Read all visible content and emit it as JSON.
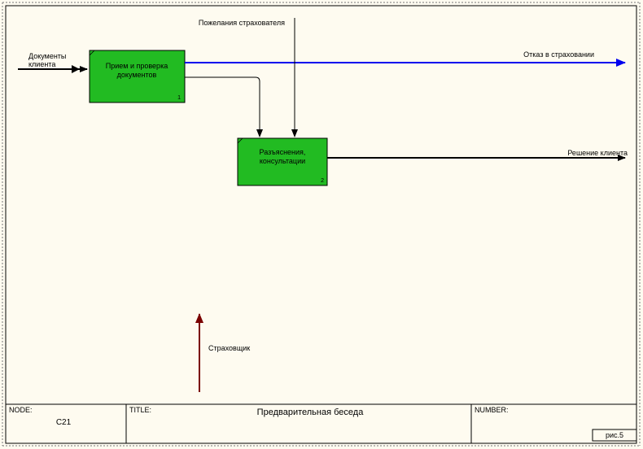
{
  "colors": {
    "background": "#fefbf0",
    "activity_fill": "#22bb22",
    "reject_arrow": "#0000ee",
    "mechanism_arrow": "#7a0000",
    "line": "#000000"
  },
  "activities": [
    {
      "id": "a1",
      "label_lines": [
        "Прием и проверка",
        "документов"
      ],
      "number": "1"
    },
    {
      "id": "a2",
      "label_lines": [
        "Разъяснения,",
        "консультации"
      ],
      "number": "2"
    }
  ],
  "arrows": {
    "input_documents": {
      "label_lines": [
        "Документы",
        "клиента"
      ]
    },
    "control_wishes": {
      "label": "Пожелания страхователя"
    },
    "output_reject": {
      "label": "Отказ в страховании"
    },
    "output_decision": {
      "label": "Решение клиента"
    },
    "mechanism_insurer": {
      "label": "Страховщик"
    }
  },
  "frame": {
    "node_label": "NODE:",
    "node_value": "C21",
    "title_label": "TITLE:",
    "title_value": "Предварительная беседа",
    "number_label": "NUMBER:",
    "number_value": "рис.5"
  }
}
